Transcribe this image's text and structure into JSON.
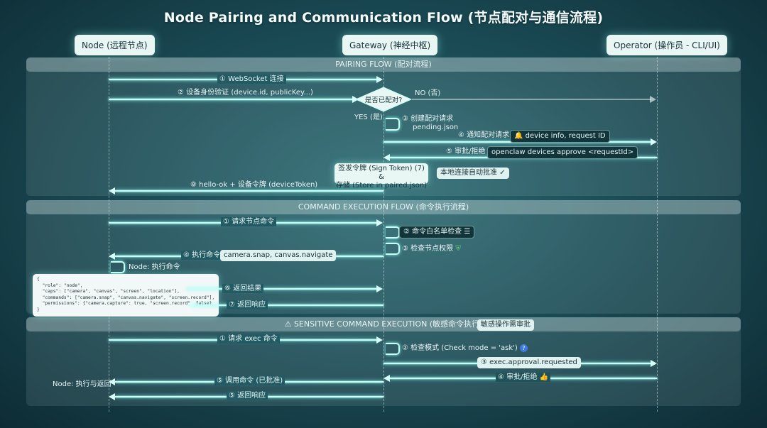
{
  "title": "Node Pairing and Communication Flow (节点配对与通信流程)",
  "actors": {
    "node": "Node (远程节点)",
    "gateway": "Gateway (神经中枢)",
    "operator": "Operator (操作员 - CLI/UI)"
  },
  "pairing": {
    "header": "PAIRING FLOW (配对流程)",
    "s1": "① WebSocket 连接",
    "s2": "② 设备身份验证 (device.id, publicKey...)",
    "decision": "是否已配对?",
    "no": "NO (否)",
    "yes": "YES (是)",
    "s3a": "③ 创建配对请求",
    "s3b": "pending.json",
    "s4": "④ 通知配对请求",
    "s4chip": "device info, request ID",
    "s5": "⑤ 审批/拒绝",
    "s5chip": "openclaw devices approve <requestId>",
    "s7a": "签发令牌 (Sign Token) (7) &",
    "s7b": "存储 (Store in paired.json)",
    "auto": "本地连接自动批准 ✓",
    "s8": "⑧ hello-ok + 设备令牌 (deviceToken)"
  },
  "command": {
    "header": "COMMAND EXECUTION FLOW (命令执行流程)",
    "s1": "① 请求节点命令",
    "s2": "② 命令白名单检查 ☰",
    "s3": "③ 检查节点权限",
    "s4": "④ 执行命令",
    "s4chip": "camera.snap, canvas.navigate",
    "nodeexec": "Node: 执行命令",
    "s6": "⑥ 返回结果",
    "s7": "⑦ 返回响应",
    "code": "{\n  \"role\": \"node\",\n  \"caps\": [\"camera\", \"canvas\", \"screen\", \"location\"],\n  \"commands\": [\"camera.snap\", \"canvas.navigate\", \"screen.record\"],\n  \"permissions\": {\"camera.capture\": true, \"screen.record\": false}\n}"
  },
  "sensitive": {
    "header": "⚠ SENSITIVE COMMAND EXECUTION (敏感命令执行)",
    "badge": "敏感操作需审批",
    "s1": "① 请求 exec 命令",
    "s2": "② 检查模式 (Check mode = 'ask')",
    "s3": "③ exec.approval.requested",
    "s4": "④ 审批/拒绝 👍",
    "s5": "⑤ 调用命令 (已批准)",
    "s5b": "⑤ 返回响应",
    "nodeexec": "Node: 执行与返回"
  },
  "colors": {
    "accent": "#c9fff6",
    "background": "#1b4c56",
    "warning": "#f5c542"
  }
}
